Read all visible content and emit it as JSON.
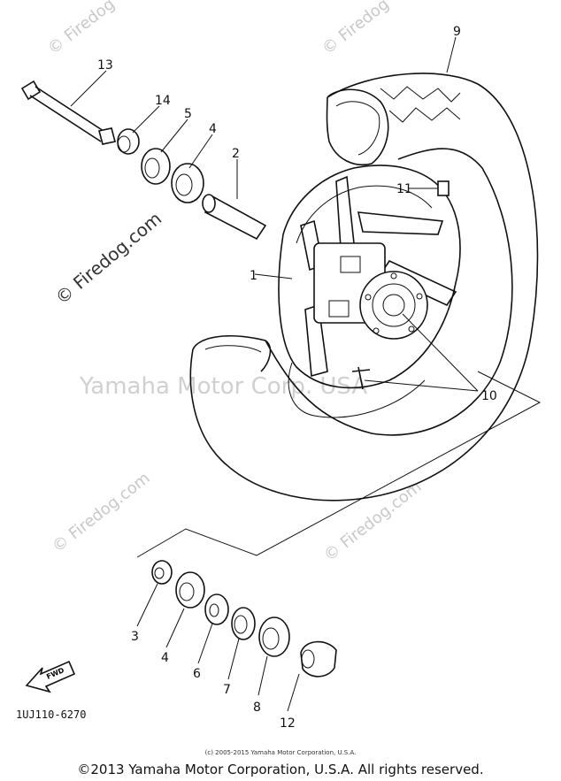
{
  "diagram": {
    "part_code": "1UJ110-6270",
    "callouts": {
      "p1": "1",
      "p2": "2",
      "p3": "3",
      "p4a": "4",
      "p4b": "4",
      "p5": "5",
      "p6": "6",
      "p7": "7",
      "p8": "8",
      "p9": "9",
      "p10": "10",
      "p11": "11",
      "p12": "12",
      "p13": "13",
      "p14": "14"
    },
    "fwd_label": "FWD"
  },
  "watermarks": {
    "firedog": "© Firedog.com",
    "firedog_short": "© Firedog",
    "yamaha": "Yamaha Motor Corp. USA"
  },
  "footer": {
    "small": "(c) 2005-2015 Yamaha Motor Corporation, U.S.A.",
    "main": "©2013 Yamaha Motor Corporation, U.S.A. All rights reserved."
  }
}
